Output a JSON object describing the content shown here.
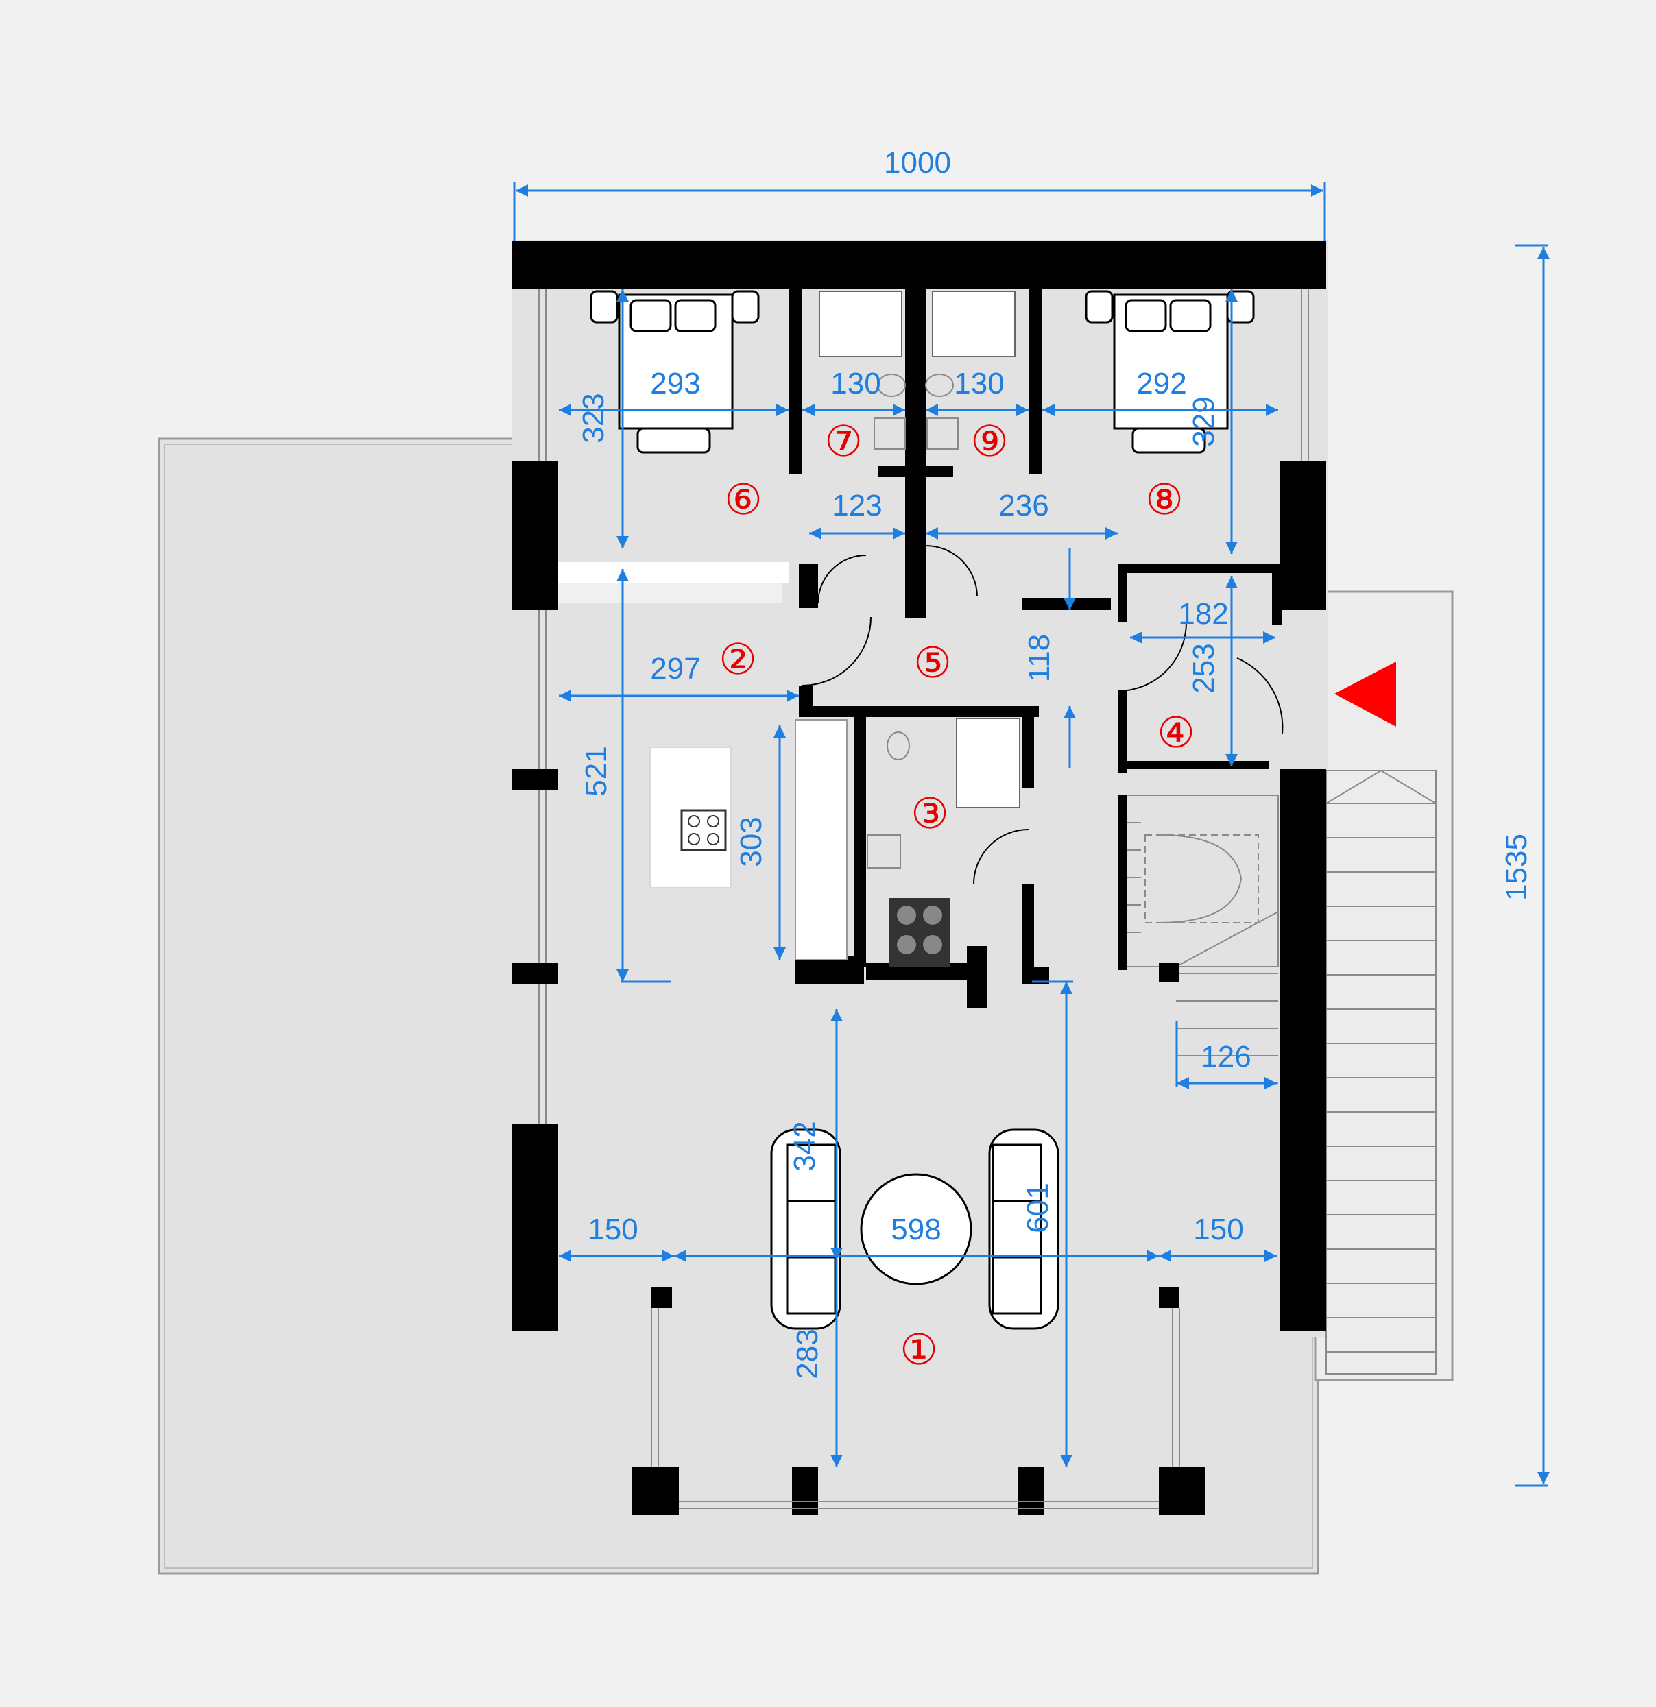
{
  "dimensions": {
    "overall_width": "1000",
    "overall_height": "1535",
    "bedroom6_width": "293",
    "bedroom6_height": "323",
    "bath7_width": "130",
    "bath9_width": "130",
    "bedroom8_width": "292",
    "bedroom8_height": "329",
    "hall_left": "123",
    "hall_right": "236",
    "entry_width": "182",
    "entry_height": "253",
    "corridor_height": "118",
    "kitchen_width": "297",
    "kitchen_height": "521",
    "counter_length": "303",
    "stair_width": "126",
    "living_height": "342",
    "living_width": "598",
    "living_depth": "601",
    "terrace_depth": "283",
    "left_margin": "150",
    "right_margin": "150"
  },
  "rooms": [
    "①",
    "②",
    "③",
    "④",
    "⑤",
    "⑥",
    "⑦",
    "⑧",
    "⑨"
  ],
  "colors": {
    "dimension": "#1f7fe0",
    "room_number": "#e60000",
    "wall": "#000000",
    "floor": "#e3e2e2",
    "entrance_marker": "#ff0000"
  },
  "icons": [
    "entrance-arrow-icon",
    "double-bed-icon",
    "sofa-icon",
    "round-table-icon",
    "toilet-icon",
    "sink-icon",
    "cooktop-icon",
    "shower-icon",
    "staircase-icon"
  ]
}
